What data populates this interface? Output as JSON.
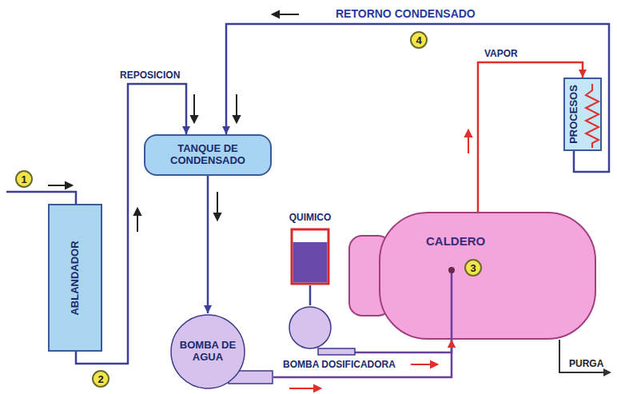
{
  "diagram": {
    "nodes": [
      {
        "text": [
          "ABLANDADOR"
        ]
      },
      {
        "text": [
          "TANQUE DE CONDENSADO"
        ]
      },
      {
        "text": [
          "QUIMICO"
        ]
      },
      {
        "text": [
          "BOMBA DE AGUA"
        ]
      },
      {
        "text": [
          "BOMBA DOSIFICADORA"
        ]
      },
      {
        "text": [
          "CALDERO"
        ]
      },
      {
        "text": [
          "PROCESOS"
        ]
      }
    ],
    "edges": [
      {
        "from": 0,
        "to": 1,
        "arrow": "to"
      },
      {
        "from": 6,
        "to": 1,
        "arrow": "to"
      },
      {
        "from": 1,
        "to": 3,
        "arrow": "to"
      },
      {
        "from": 3,
        "to": 5,
        "arrow": "to"
      },
      {
        "from": 2,
        "to": 4,
        "arrow": "none"
      },
      {
        "from": 4,
        "to": 5,
        "arrow": "to"
      },
      {
        "from": 5,
        "to": 6,
        "arrow": "to"
      }
    ],
    "labels": [
      "1",
      "2",
      "3",
      "4",
      "REPOSICION",
      "RETORNO CONDENSADO",
      "VAPOR",
      "PURGA"
    ]
  }
}
